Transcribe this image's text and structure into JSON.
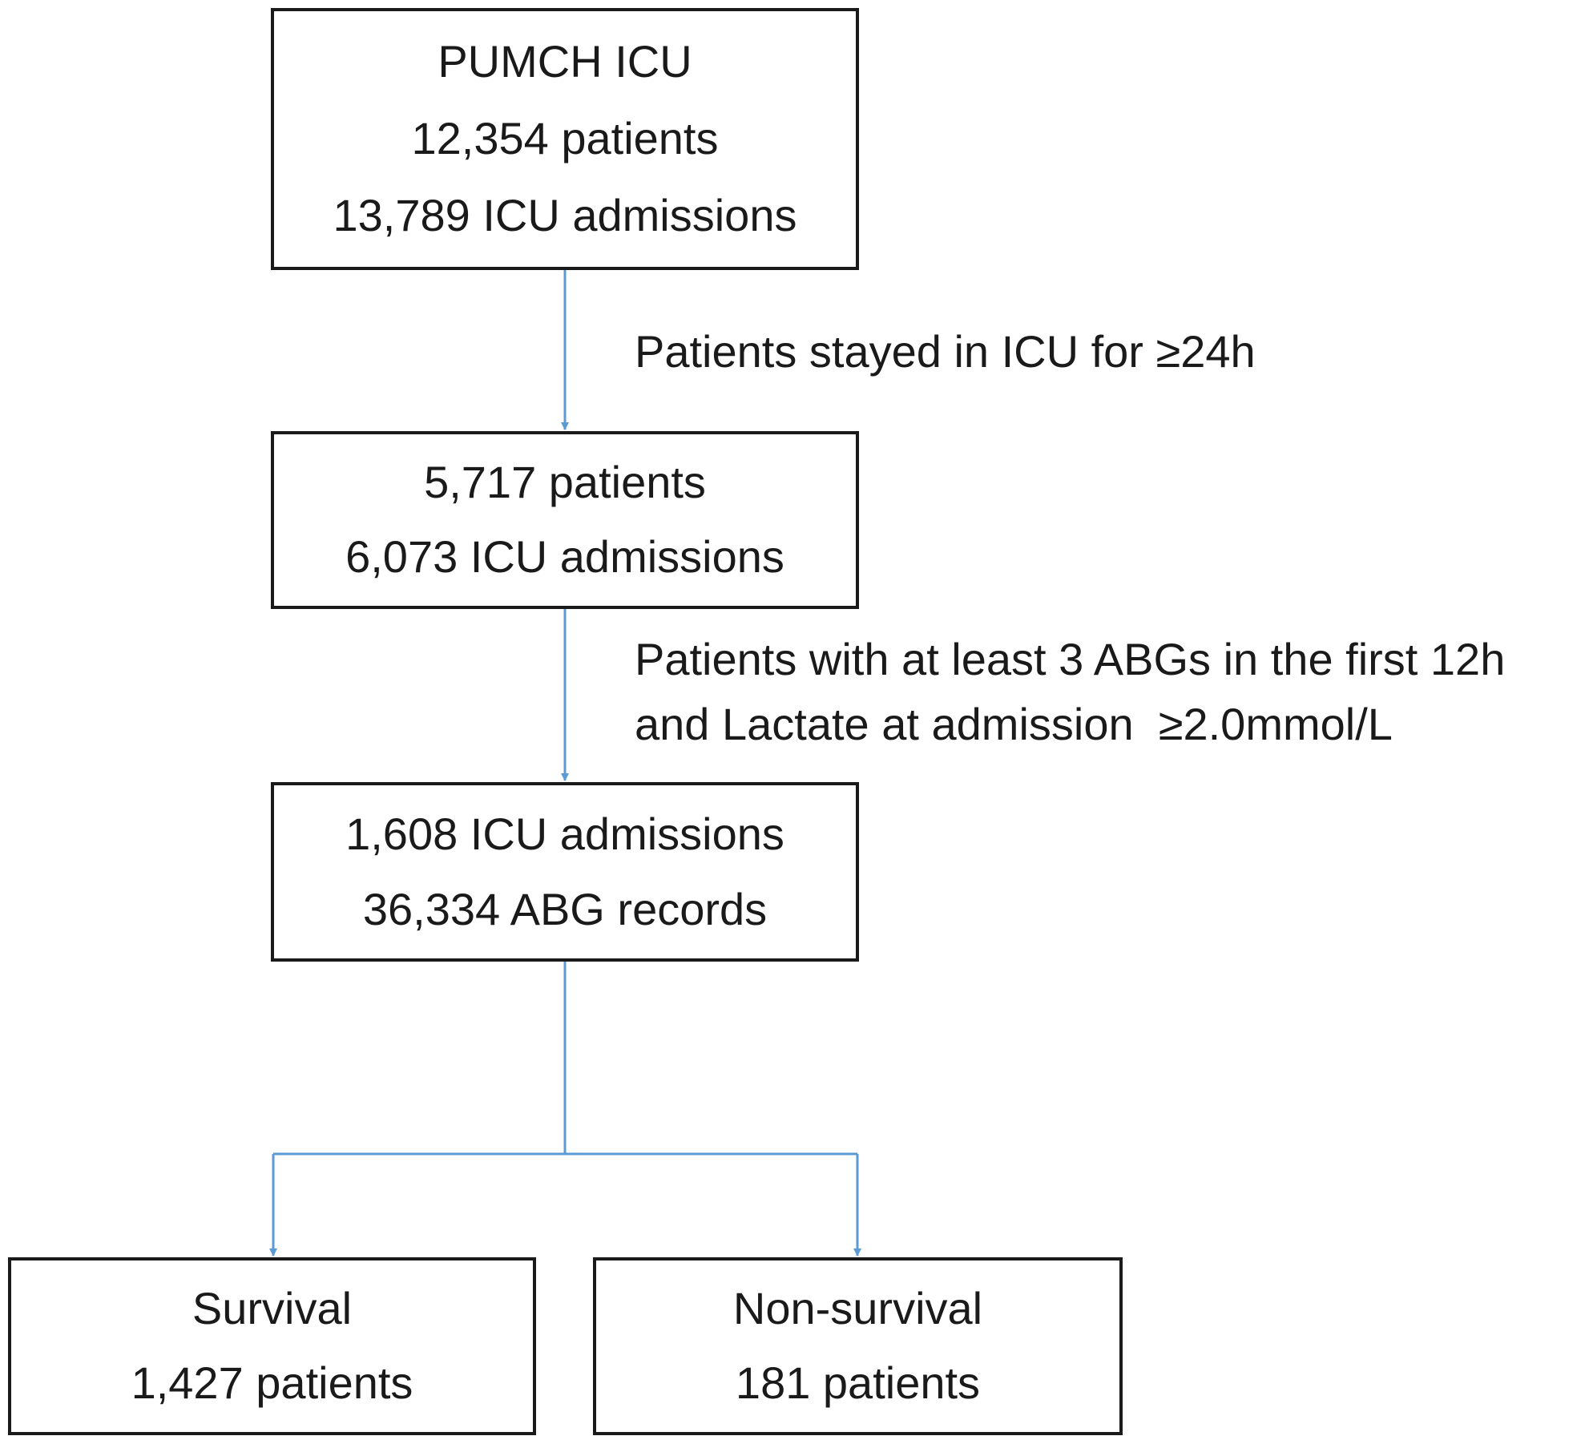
{
  "colors": {
    "connector": "#5b9bd5",
    "border": "#1a1a1a",
    "text": "#1a1a1a"
  },
  "boxes": {
    "source": {
      "lines": [
        "PUMCH ICU",
        "12,354 patients",
        "13,789 ICU admissions"
      ]
    },
    "after_los": {
      "lines": [
        "5,717 patients",
        "6,073 ICU admissions"
      ]
    },
    "final_cohort": {
      "lines": [
        "1,608 ICU admissions",
        "36,334 ABG records"
      ]
    },
    "survival": {
      "lines": [
        "Survival",
        "1,427 patients"
      ]
    },
    "non_survival": {
      "lines": [
        "Non-survival",
        "181 patients"
      ]
    }
  },
  "criteria": {
    "los": {
      "lines": [
        "Patients stayed in ICU for ≥24h"
      ]
    },
    "abg_lactate": {
      "lines": [
        "Patients with at least 3 ABGs in the first 12h",
        "and Lactate at admission  ≥2.0mmol/L"
      ]
    }
  }
}
